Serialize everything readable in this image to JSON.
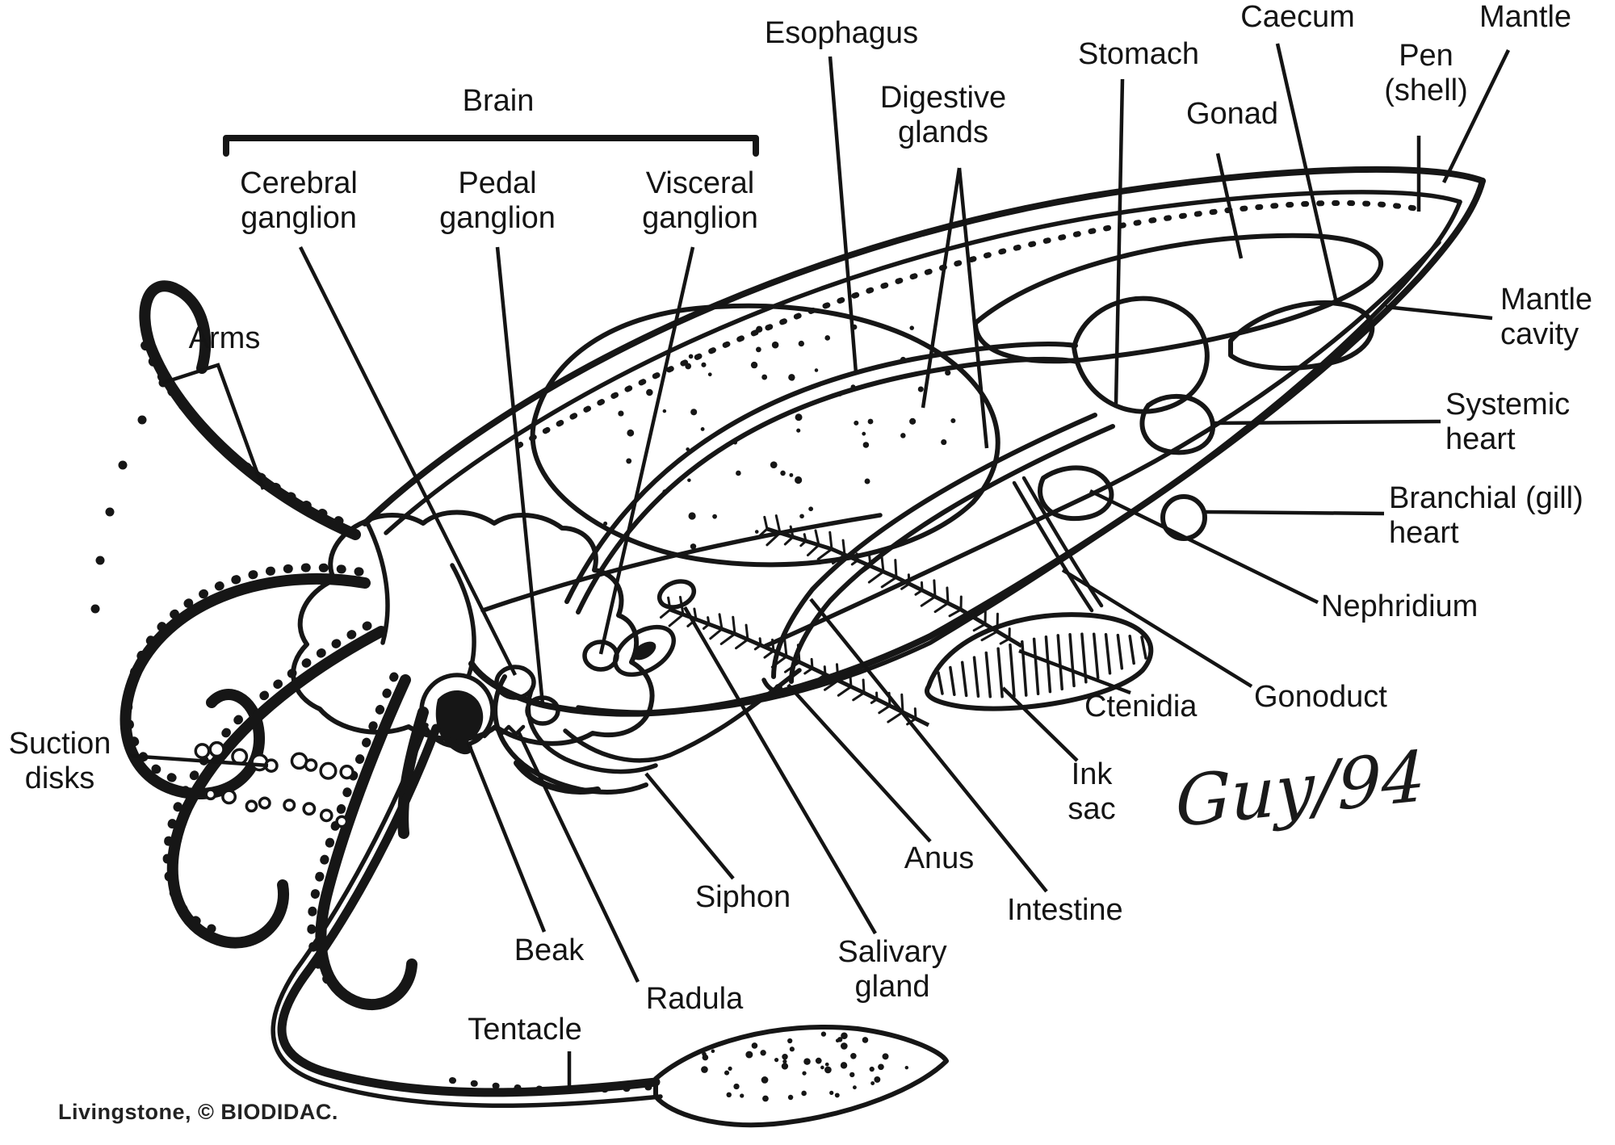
{
  "title": "Squid anatomy diagram (sagittal section)",
  "colors": {
    "ink": "#161616",
    "background": "#ffffff"
  },
  "attribution": "Livingstone, © BIODIDAC.",
  "signature": "Guy/94",
  "labels": {
    "brain": "Brain",
    "cerebral_ganglion": "Cerebral\nganglion",
    "pedal_ganglion": "Pedal\nganglion",
    "visceral_ganglion": "Visceral\nganglion",
    "esophagus": "Esophagus",
    "digestive_glands": "Digestive\nglands",
    "stomach": "Stomach",
    "gonad": "Gonad",
    "caecum": "Caecum",
    "pen_shell": "Pen\n(shell)",
    "mantle": "Mantle",
    "mantle_cavity": "Mantle\ncavity",
    "systemic_heart": "Systemic\nheart",
    "branchial_heart": "Branchial (gill)\nheart",
    "nephridium": "Nephridium",
    "gonoduct": "Gonoduct",
    "ctenidia": "Ctenidia",
    "ink_sac": "Ink\nsac",
    "anus": "Anus",
    "intestine": "Intestine",
    "siphon": "Siphon",
    "salivary_gland": "Salivary\ngland",
    "beak": "Beak",
    "radula": "Radula",
    "tentacle": "Tentacle",
    "arms": "Arms",
    "suction_disks": "Suction\ndisks"
  }
}
